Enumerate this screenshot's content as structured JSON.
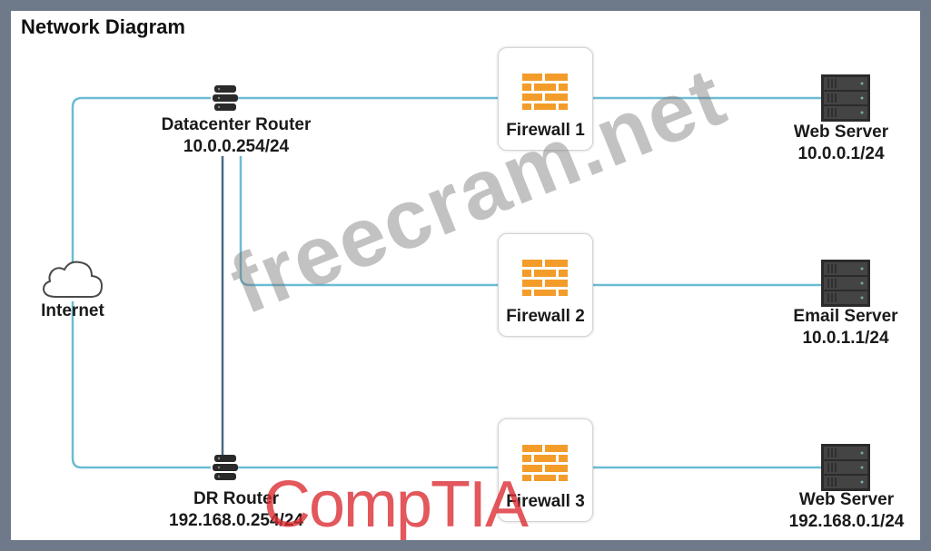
{
  "title": "Network Diagram",
  "nodes": {
    "internet": {
      "label": "Internet",
      "icon": "cloud-icon"
    },
    "datacenter_router": {
      "name": "Datacenter Router",
      "ip": "10.0.0.254/24",
      "icon": "router-icon"
    },
    "dr_router": {
      "name": "DR Router",
      "ip": "192.168.0.254/24",
      "icon": "router-icon"
    },
    "firewall1": {
      "label": "Firewall 1",
      "icon": "firewall-icon"
    },
    "firewall2": {
      "label": "Firewall 2",
      "icon": "firewall-icon"
    },
    "firewall3": {
      "label": "Firewall 3",
      "icon": "firewall-icon"
    },
    "web_server1": {
      "name": "Web Server",
      "ip": "10.0.0.1/24",
      "icon": "server-icon"
    },
    "email_server": {
      "name": "Email Server",
      "ip": "10.0.1.1/24",
      "icon": "server-icon"
    },
    "web_server2": {
      "name": "Web Server",
      "ip": "192.168.0.1/24",
      "icon": "server-icon"
    }
  },
  "watermarks": {
    "site": "freecram.net",
    "brand": "CompTIA"
  },
  "colors": {
    "link": "#6cbbd4",
    "firewall": "#f39c2a",
    "server": "#333333",
    "router": "#2a2a2a"
  }
}
